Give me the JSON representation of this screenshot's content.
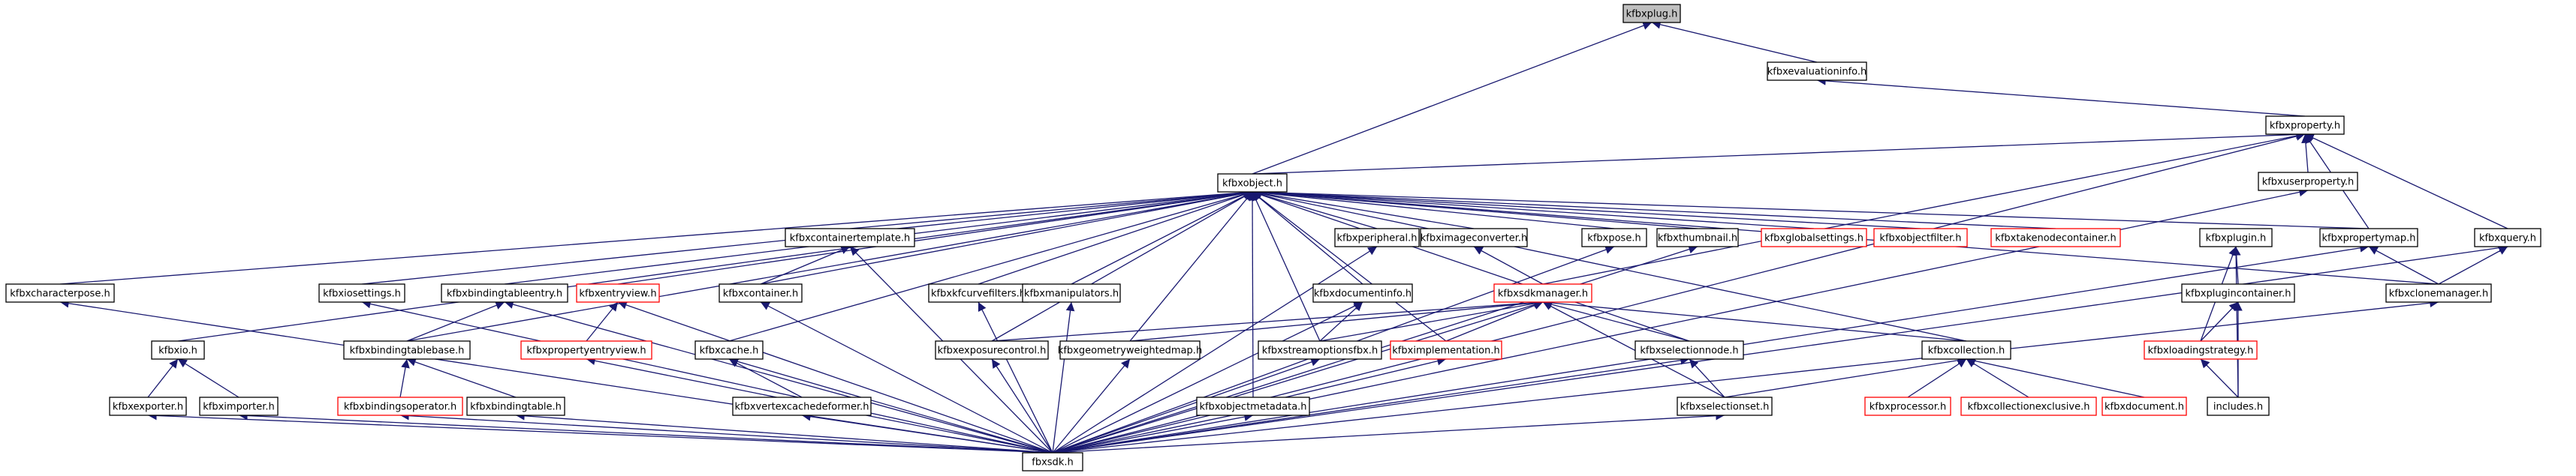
{
  "colors": {
    "edge": "#191970",
    "node_border": "#000000",
    "node_border_incomplete": "#ff0000",
    "root_fill": "#bfbfbf",
    "node_fill": "#ffffff",
    "text": "#000000"
  },
  "nodes": [
    {
      "id": "kfbxplug",
      "label": "kfbxplug.h",
      "style": "root"
    },
    {
      "id": "kfbxevaluationinfo",
      "label": "kfbxevaluationinfo.h",
      "style": "normal"
    },
    {
      "id": "kfbxproperty",
      "label": "kfbxproperty.h",
      "style": "normal"
    },
    {
      "id": "kfbxobject",
      "label": "kfbxobject.h",
      "style": "normal"
    },
    {
      "id": "kfbxuserproperty",
      "label": "kfbxuserproperty.h",
      "style": "normal"
    },
    {
      "id": "kfbxcharacterpose",
      "label": "kfbxcharacterpose.h",
      "style": "normal"
    },
    {
      "id": "kfbxiosettings",
      "label": "kfbxiosettings.h",
      "style": "normal"
    },
    {
      "id": "kfbxbindingtableentry",
      "label": "kfbxbindingtableentry.h",
      "style": "normal"
    },
    {
      "id": "kfbxentryview",
      "label": "kfbxentryview.h",
      "style": "incomplete"
    },
    {
      "id": "kfbxcontainertemplate",
      "label": "kfbxcontainertemplate.h",
      "style": "normal"
    },
    {
      "id": "kfbxcontainer",
      "label": "kfbxcontainer.h",
      "style": "normal"
    },
    {
      "id": "kfbxkfcurvefilters",
      "label": "kfbxkfcurvefilters.h",
      "style": "normal"
    },
    {
      "id": "kfbxmanipulators",
      "label": "kfbxmanipulators.h",
      "style": "normal"
    },
    {
      "id": "kfbxperipheral",
      "label": "kfbxperipheral.h",
      "style": "normal"
    },
    {
      "id": "kfbximageconverter",
      "label": "kfbximageconverter.h",
      "style": "normal"
    },
    {
      "id": "kfbxpose",
      "label": "kfbxpose.h",
      "style": "normal"
    },
    {
      "id": "kfbxthumbnail",
      "label": "kfbxthumbnail.h",
      "style": "normal"
    },
    {
      "id": "kfbxglobalsettings",
      "label": "kfbxglobalsettings.h",
      "style": "incomplete"
    },
    {
      "id": "kfbxobjectfilter",
      "label": "kfbxobjectfilter.h",
      "style": "incomplete"
    },
    {
      "id": "kfbxtakenodecontainer",
      "label": "kfbxtakenodecontainer.h",
      "style": "incomplete"
    },
    {
      "id": "kfbxplugin",
      "label": "kfbxplugin.h",
      "style": "normal"
    },
    {
      "id": "kfbxpropertymap",
      "label": "kfbxpropertymap.h",
      "style": "normal"
    },
    {
      "id": "kfbxquery",
      "label": "kfbxquery.h",
      "style": "normal"
    },
    {
      "id": "kfbxio",
      "label": "kfbxio.h",
      "style": "normal"
    },
    {
      "id": "kfbxbindingtablebase",
      "label": "kfbxbindingtablebase.h",
      "style": "normal"
    },
    {
      "id": "kfbxpropertyentryview",
      "label": "kfbxpropertyentryview.h",
      "style": "incomplete"
    },
    {
      "id": "kfbxcache",
      "label": "kfbxcache.h",
      "style": "normal"
    },
    {
      "id": "kfbxexposurecontrol",
      "label": "kfbxexposurecontrol.h",
      "style": "normal"
    },
    {
      "id": "kfbxgeometryweightedmap",
      "label": "kfbxgeometryweightedmap.h",
      "style": "normal"
    },
    {
      "id": "kfbxdocumentinfo",
      "label": "kfbxdocumentinfo.h",
      "style": "normal"
    },
    {
      "id": "kfbxsdkmanager",
      "label": "kfbxsdkmanager.h",
      "style": "incomplete"
    },
    {
      "id": "kfbxstreamoptionsfbx",
      "label": "kfbxstreamoptionsfbx.h",
      "style": "normal"
    },
    {
      "id": "kfbximplementation",
      "label": "kfbximplementation.h",
      "style": "incomplete"
    },
    {
      "id": "kfbxselectionnode",
      "label": "kfbxselectionnode.h",
      "style": "normal"
    },
    {
      "id": "kfbxcollection",
      "label": "kfbxcollection.h",
      "style": "normal"
    },
    {
      "id": "kfbxplugincontainer",
      "label": "kfbxplugincontainer.h",
      "style": "normal"
    },
    {
      "id": "kfbxclonemanager",
      "label": "kfbxclonemanager.h",
      "style": "normal"
    },
    {
      "id": "kfbxloadingstrategy",
      "label": "kfbxloadingstrategy.h",
      "style": "incomplete"
    },
    {
      "id": "kfbxexporter",
      "label": "kfbxexporter.h",
      "style": "normal"
    },
    {
      "id": "kfbximporter",
      "label": "kfbximporter.h",
      "style": "normal"
    },
    {
      "id": "kfbxbindingsoperator",
      "label": "kfbxbindingsoperator.h",
      "style": "incomplete"
    },
    {
      "id": "kfbxbindingtable",
      "label": "kfbxbindingtable.h",
      "style": "normal"
    },
    {
      "id": "kfbxvertexcachedeformer",
      "label": "kfbxvertexcachedeformer.h",
      "style": "normal"
    },
    {
      "id": "kfbxobjectmetadata",
      "label": "kfbxobjectmetadata.h",
      "style": "normal"
    },
    {
      "id": "kfbxselectionset",
      "label": "kfbxselectionset.h",
      "style": "normal"
    },
    {
      "id": "kfbxprocessor",
      "label": "kfbxprocessor.h",
      "style": "incomplete"
    },
    {
      "id": "kfbxcollectionexclusive",
      "label": "kfbxcollectionexclusive.h",
      "style": "incomplete"
    },
    {
      "id": "kfbxdocument",
      "label": "kfbxdocument.h",
      "style": "incomplete"
    },
    {
      "id": "includes",
      "label": "includes.h",
      "style": "normal"
    },
    {
      "id": "fbxsdk",
      "label": "fbxsdk.h",
      "style": "normal"
    }
  ],
  "edges": [
    [
      "kfbxevaluationinfo",
      "kfbxplug"
    ],
    [
      "kfbxobject",
      "kfbxplug"
    ],
    [
      "kfbxproperty",
      "kfbxevaluationinfo"
    ],
    [
      "kfbxobject",
      "kfbxproperty"
    ],
    [
      "kfbxuserproperty",
      "kfbxproperty"
    ],
    [
      "kfbxsdkmanager",
      "kfbxproperty"
    ],
    [
      "kfbxpropertymap",
      "kfbxproperty"
    ],
    [
      "kfbxquery",
      "kfbxproperty"
    ],
    [
      "fbxsdk",
      "kfbxproperty"
    ],
    [
      "kfbxcharacterpose",
      "kfbxobject"
    ],
    [
      "kfbxiosettings",
      "kfbxobject"
    ],
    [
      "kfbxbindingtableentry",
      "kfbxobject"
    ],
    [
      "kfbxbindingtablebase",
      "kfbxobject"
    ],
    [
      "kfbxentryview",
      "kfbxobject"
    ],
    [
      "kfbxcontainertemplate",
      "kfbxobject"
    ],
    [
      "kfbxcontainer",
      "kfbxobject"
    ],
    [
      "kfbxcache",
      "kfbxobject"
    ],
    [
      "kfbxkfcurvefilters",
      "kfbxobject"
    ],
    [
      "kfbxmanipulators",
      "kfbxobject"
    ],
    [
      "kfbxexposurecontrol",
      "kfbxobject"
    ],
    [
      "kfbxgeometryweightedmap",
      "kfbxobject"
    ],
    [
      "kfbxobjectmetadata",
      "kfbxobject"
    ],
    [
      "kfbxstreamoptionsfbx",
      "kfbxobject"
    ],
    [
      "kfbximplementation",
      "kfbxobject"
    ],
    [
      "kfbxdocumentinfo",
      "kfbxobject"
    ],
    [
      "kfbxperipheral",
      "kfbxobject"
    ],
    [
      "kfbximageconverter",
      "kfbxobject"
    ],
    [
      "kfbxpose",
      "kfbxobject"
    ],
    [
      "kfbxthumbnail",
      "kfbxobject"
    ],
    [
      "kfbxglobalsettings",
      "kfbxobject"
    ],
    [
      "kfbxobjectfilter",
      "kfbxobject"
    ],
    [
      "kfbxtakenodecontainer",
      "kfbxobject"
    ],
    [
      "kfbxselectionnode",
      "kfbxobject"
    ],
    [
      "kfbxcollection",
      "kfbxobject"
    ],
    [
      "kfbxpropertymap",
      "kfbxobject"
    ],
    [
      "kfbxclonemanager",
      "kfbxobject"
    ],
    [
      "kfbxio",
      "kfbxobject"
    ],
    [
      "kfbxclonemanager",
      "kfbxquery"
    ],
    [
      "kfbxclonemanager",
      "kfbxpropertymap"
    ],
    [
      "fbxsdk",
      "kfbxclonemanager"
    ],
    [
      "fbxsdk",
      "kfbxpropertymap"
    ],
    [
      "fbxsdk",
      "kfbxquery"
    ],
    [
      "fbxsdk",
      "kfbxuserproperty"
    ],
    [
      "kfbxplugincontainer",
      "kfbxplugin"
    ],
    [
      "kfbxloadingstrategy",
      "kfbxplugin"
    ],
    [
      "includes",
      "kfbxplugin"
    ],
    [
      "kfbxloadingstrategy",
      "kfbxplugincontainer"
    ],
    [
      "includes",
      "kfbxplugincontainer"
    ],
    [
      "includes",
      "kfbxloadingstrategy"
    ],
    [
      "fbxsdk",
      "kfbxcharacterpose"
    ],
    [
      "fbxsdk",
      "kfbxiosettings"
    ],
    [
      "kfbxexporter",
      "kfbxio"
    ],
    [
      "kfbximporter",
      "kfbxio"
    ],
    [
      "fbxsdk",
      "kfbxexporter"
    ],
    [
      "fbxsdk",
      "kfbximporter"
    ],
    [
      "kfbxbindingtablebase",
      "kfbxbindingtableentry"
    ],
    [
      "fbxsdk",
      "kfbxbindingtableentry"
    ],
    [
      "kfbxbindingsoperator",
      "kfbxbindingtablebase"
    ],
    [
      "kfbxbindingtable",
      "kfbxbindingtablebase"
    ],
    [
      "fbxsdk",
      "kfbxbindingsoperator"
    ],
    [
      "fbxsdk",
      "kfbxbindingtable"
    ],
    [
      "kfbxpropertyentryview",
      "kfbxentryview"
    ],
    [
      "fbxsdk",
      "kfbxentryview"
    ],
    [
      "fbxsdk",
      "kfbxpropertyentryview"
    ],
    [
      "kfbxcontainer",
      "kfbxcontainertemplate"
    ],
    [
      "fbxsdk",
      "kfbxcontainertemplate"
    ],
    [
      "fbxsdk",
      "kfbxcontainer"
    ],
    [
      "kfbxvertexcachedeformer",
      "kfbxcache"
    ],
    [
      "fbxsdk",
      "kfbxcache"
    ],
    [
      "fbxsdk",
      "kfbxvertexcachedeformer"
    ],
    [
      "fbxsdk",
      "kfbxkfcurvefilters"
    ],
    [
      "fbxsdk",
      "kfbxmanipulators"
    ],
    [
      "fbxsdk",
      "kfbxexposurecontrol"
    ],
    [
      "fbxsdk",
      "kfbxgeometryweightedmap"
    ],
    [
      "fbxsdk",
      "kfbxobjectmetadata"
    ],
    [
      "kfbxsdkmanager",
      "kfbximageconverter"
    ],
    [
      "kfbxexposurecontrol",
      "kfbxsdkmanager"
    ],
    [
      "kfbxgeometryweightedmap",
      "kfbxsdkmanager"
    ],
    [
      "kfbxstreamoptionsfbx",
      "kfbxsdkmanager"
    ],
    [
      "kfbximplementation",
      "kfbxsdkmanager"
    ],
    [
      "kfbxselectionnode",
      "kfbxsdkmanager"
    ],
    [
      "kfbxselectionset",
      "kfbxsdkmanager"
    ],
    [
      "kfbxcollection",
      "kfbxsdkmanager"
    ],
    [
      "fbxsdk",
      "kfbxsdkmanager"
    ],
    [
      "kfbxstreamoptionsfbx",
      "kfbxdocumentinfo"
    ],
    [
      "fbxsdk",
      "kfbxdocumentinfo"
    ],
    [
      "fbxsdk",
      "kfbxperipheral"
    ],
    [
      "fbxsdk",
      "kfbxstreamoptionsfbx"
    ],
    [
      "fbxsdk",
      "kfbximplementation"
    ],
    [
      "fbxsdk",
      "kfbxpose"
    ],
    [
      "fbxsdk",
      "kfbxthumbnail"
    ],
    [
      "kfbxselectionset",
      "kfbxselectionnode"
    ],
    [
      "fbxsdk",
      "kfbxselectionnode"
    ],
    [
      "kfbxselectionset",
      "kfbxcollection"
    ],
    [
      "kfbxprocessor",
      "kfbxcollection"
    ],
    [
      "kfbxcollectionexclusive",
      "kfbxcollection"
    ],
    [
      "kfbxdocument",
      "kfbxcollection"
    ],
    [
      "fbxsdk",
      "kfbxselectionset"
    ]
  ]
}
